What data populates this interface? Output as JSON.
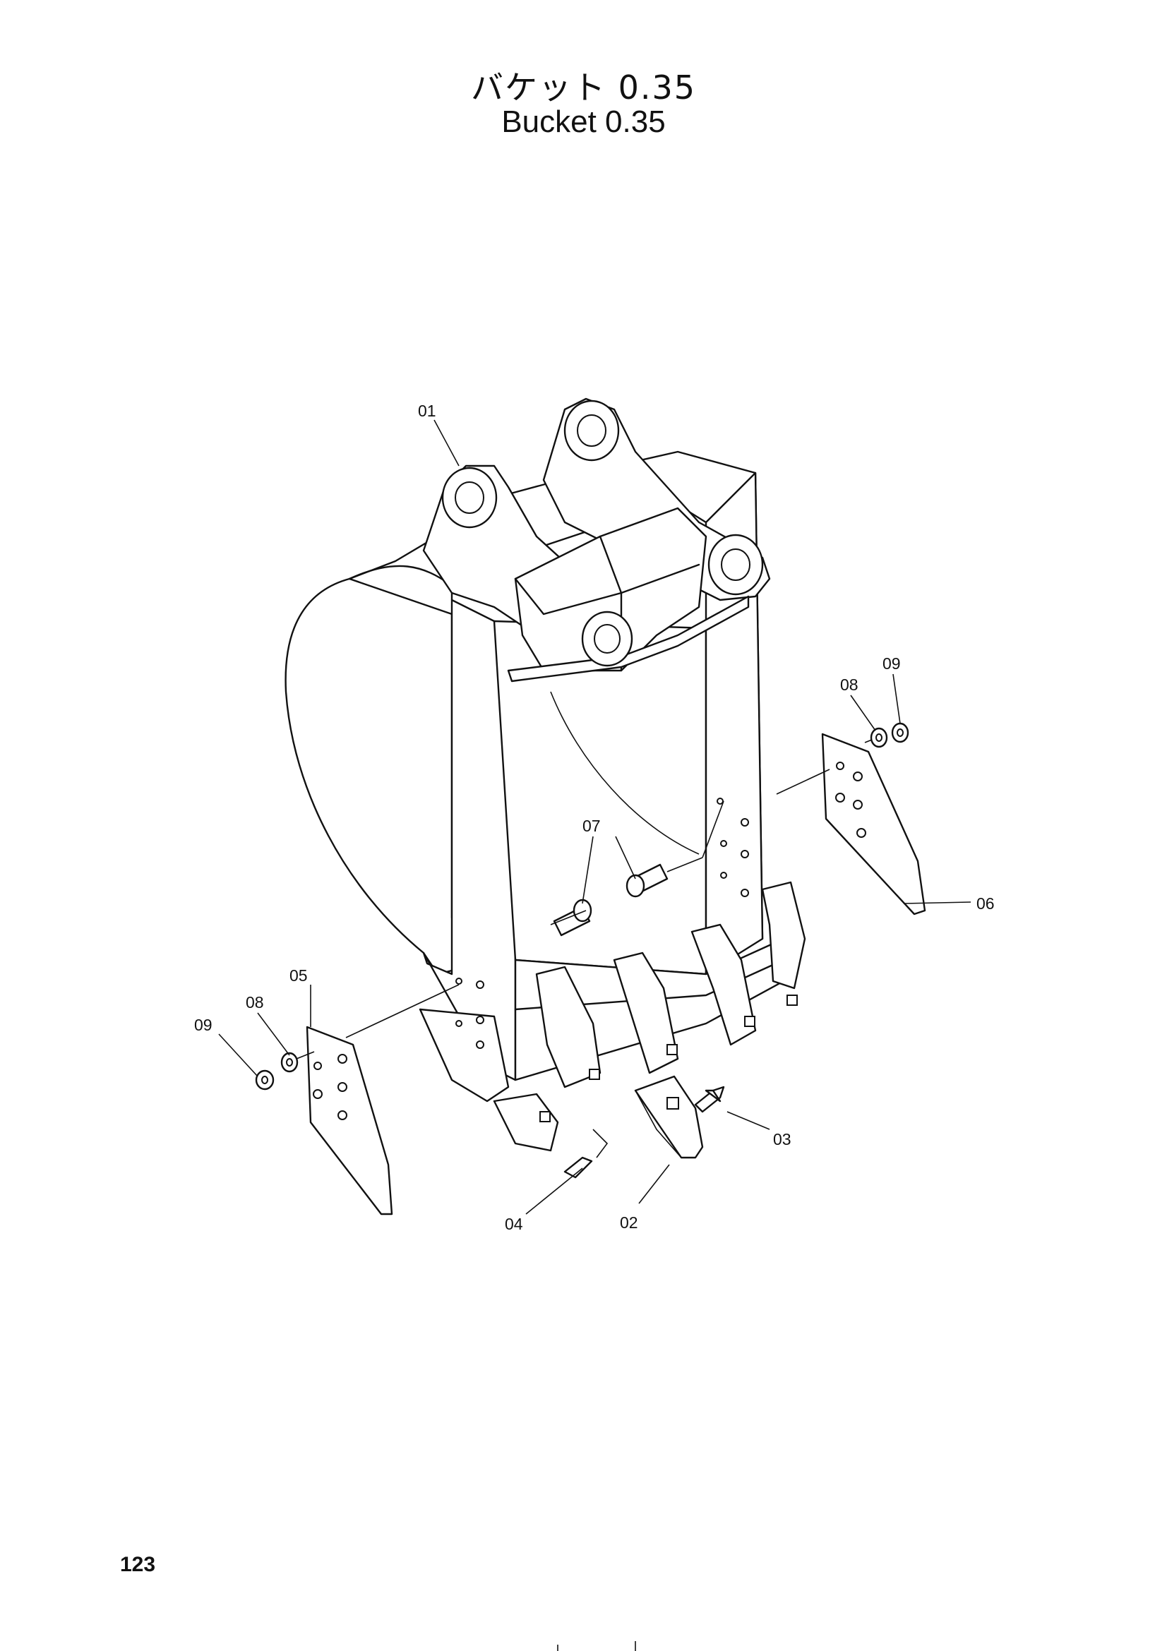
{
  "title": {
    "japanese": "バケット 0.35",
    "english": "Bucket 0.35"
  },
  "page_number": "123",
  "callouts": {
    "c01": "01",
    "c02": "02",
    "c03": "03",
    "c04": "04",
    "c05": "05",
    "c06": "06",
    "c07": "07",
    "c08_right": "08",
    "c09_right": "09",
    "c08_left": "08",
    "c09_left": "09"
  }
}
